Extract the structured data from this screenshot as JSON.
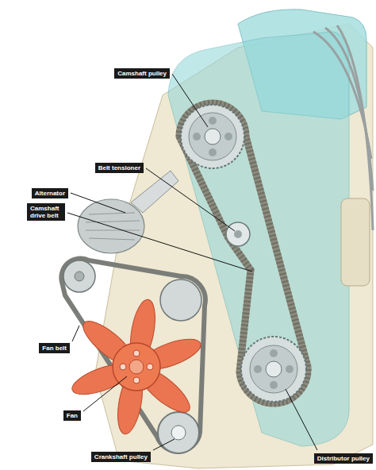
{
  "diagram": {
    "labels": [
      "Camshaft pulley",
      "Belt tensioner",
      "Alternator",
      "Camshaft drive belt",
      "Fan belt",
      "Fan",
      "Crankshaft pulley",
      "Distributor pulley"
    ]
  }
}
